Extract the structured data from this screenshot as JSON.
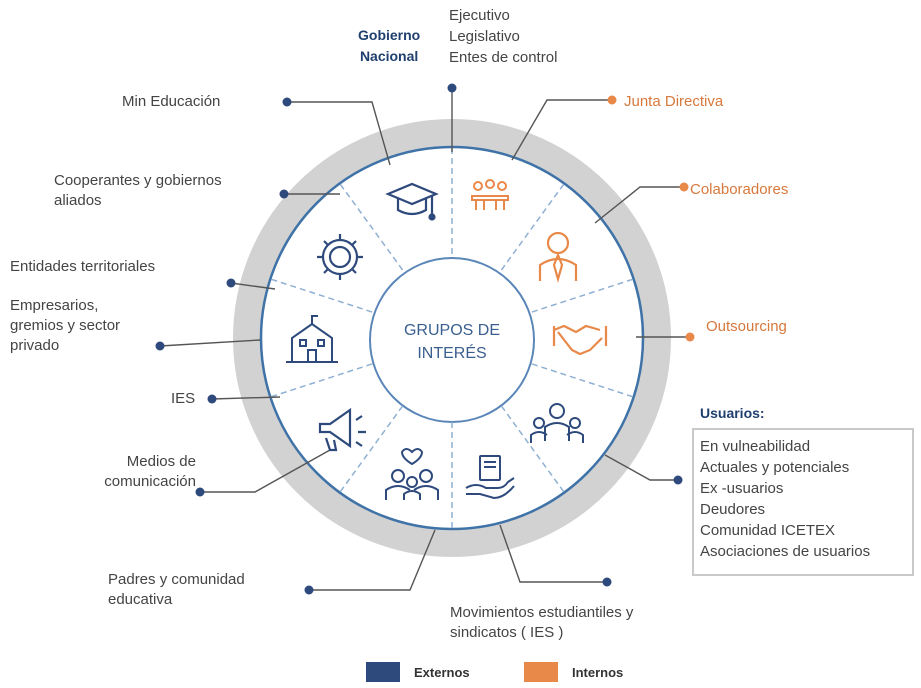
{
  "center": {
    "line1": "GRUPOS DE",
    "line2": "INTERÉS"
  },
  "gobierno": {
    "label_line1": "Gobierno",
    "label_line2": "Nacional",
    "items": [
      "Ejecutivo",
      "Legislativo",
      "Entes de control"
    ]
  },
  "externos": {
    "min_educacion": "Min Educación",
    "cooperantes": [
      "Cooperantes y gobiernos",
      "aliados"
    ],
    "entidades": "Entidades territoriales",
    "empresarios": [
      "Empresarios,",
      "gremios y sector",
      "privado"
    ],
    "ies": "IES",
    "medios": [
      "Medios de",
      "comunicación"
    ],
    "padres": [
      "Padres y comunidad",
      "educativa"
    ],
    "movimientos": [
      "Movimientos estudiantiles y",
      "sindicatos ( IES )"
    ]
  },
  "internos": {
    "junta": "Junta Directiva",
    "colaboradores": "Colaboradores",
    "outsourcing": "Outsourcing"
  },
  "usuarios": {
    "title": "Usuarios:",
    "items": [
      "En vulneabilidad",
      "Actuales y potenciales",
      "Ex -usuarios",
      "Deudores",
      "Comunidad ICETEX",
      "Asociaciones de usuarios"
    ]
  },
  "legend": {
    "externos": "Externos",
    "internos": "Internos"
  },
  "colors": {
    "externo": "#2e4a7d",
    "interno": "#e8894a",
    "ring": "#d2d2d2",
    "border": "#3f73a8",
    "dashed": "#8fb0d3"
  },
  "icons": [
    "graduation-cap-icon",
    "meeting-icon",
    "executive-icon",
    "handshake-icon",
    "group-icon",
    "book-hand-icon",
    "family-icon",
    "megaphone-icon",
    "school-building-icon",
    "gear-icon"
  ]
}
